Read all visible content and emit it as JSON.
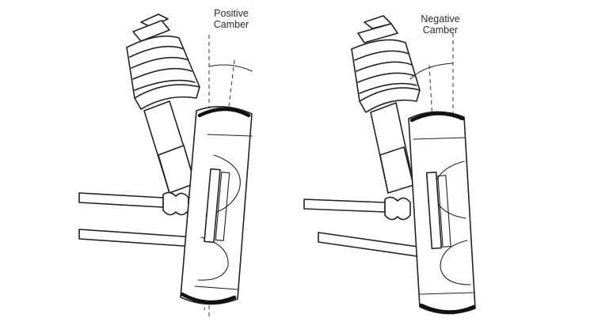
{
  "labels": {
    "positive": [
      "Positive",
      "Camber"
    ],
    "negative": [
      "Negative",
      "Camber"
    ]
  },
  "colors": {
    "line": "#222222",
    "background": "#ffffff"
  }
}
